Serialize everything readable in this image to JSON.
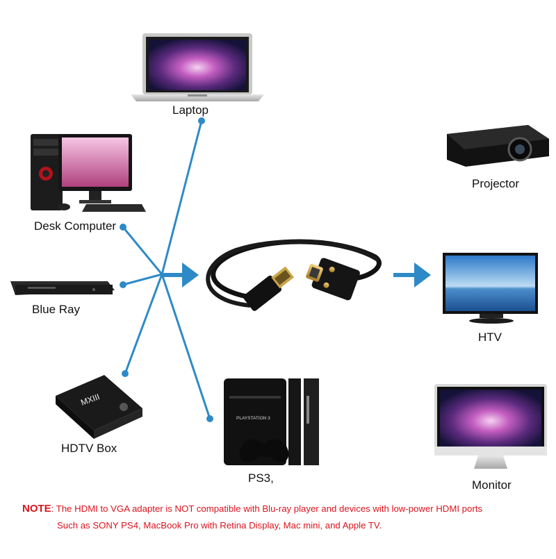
{
  "devices": {
    "laptop": "Laptop",
    "desk_computer": "Desk Computer",
    "blue_ray": "Blue Ray",
    "hdtv_box": "HDTV Box",
    "ps3": "PS3,",
    "projector": "Projector",
    "htv": "HTV",
    "monitor": "Monitor"
  },
  "ps3_logo": "PLAYSTATION 3",
  "box_logo": "MXIII",
  "note": {
    "label": "NOTE",
    "line1": ": The HDMI to VGA adapter is NOT compatible with Blu-ray player and devices with low-power HDMI ports",
    "line2": "Such as SONY PS4, MacBook Pro with Retina Display, Mac mini, and Apple TV."
  },
  "colors": {
    "connector_line": "#2d8ac7",
    "arrow": "#2d8ac7",
    "note_text": "#d9141e"
  }
}
